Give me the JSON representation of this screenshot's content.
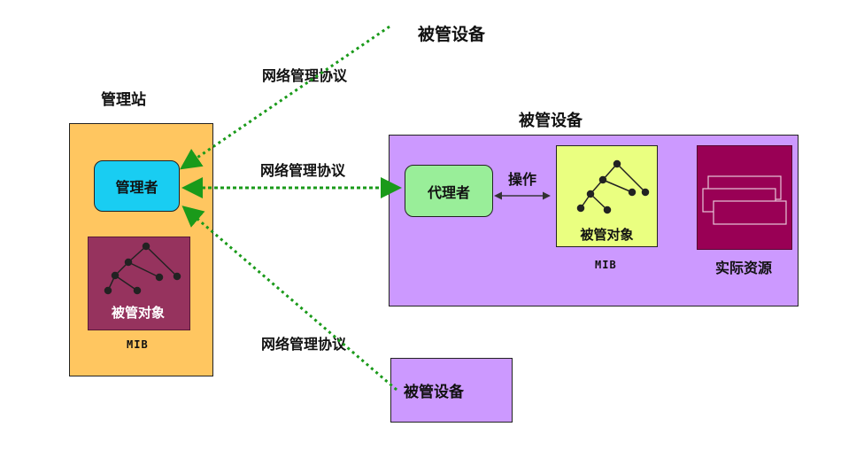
{
  "manager_station": {
    "title": "管理站",
    "manager": "管理者",
    "mib_object": "被管对象",
    "mib_tag": "MIB"
  },
  "devices": {
    "top_label": "被管设备",
    "main_title": "被管设备",
    "agent": "代理者",
    "operation": "操作",
    "mib_object": "被管对象",
    "mib_tag": "MIB",
    "resource": "实际资源",
    "bottom_label": "被管设备"
  },
  "protocol_labels": [
    "网络管理协议",
    "网络管理协议",
    "网络管理协议"
  ],
  "colors": {
    "station": "#ffc660",
    "manager": "#19cdf2",
    "mib_left": "#96335e",
    "device": "#cc99ff",
    "agent": "#99ee99",
    "mib_right": "#eaff80",
    "resource": "#990055",
    "protocol_arrow": "#1a9a1a"
  }
}
